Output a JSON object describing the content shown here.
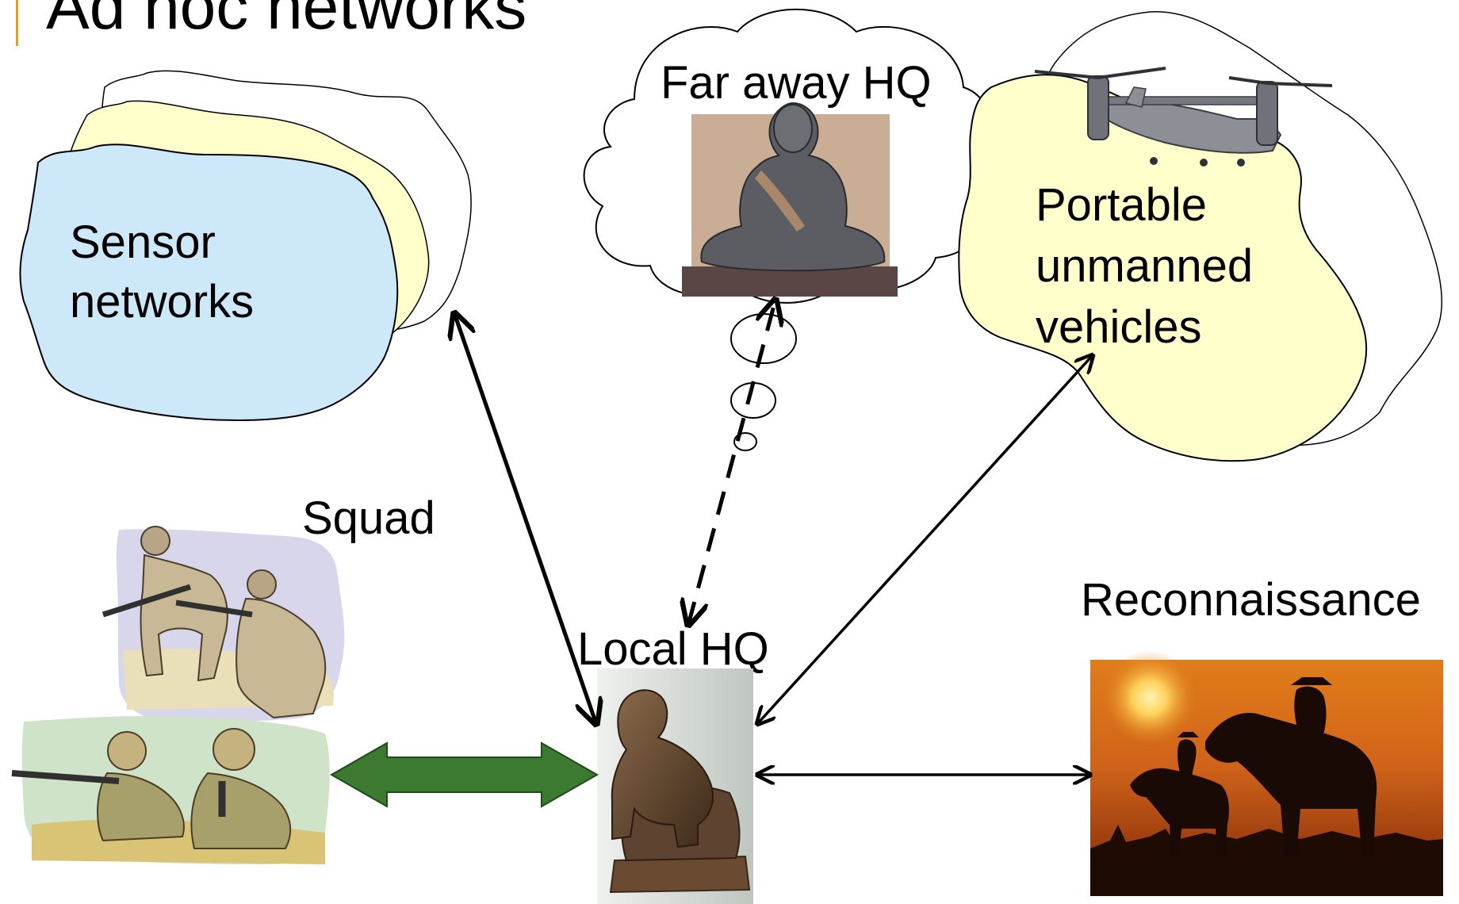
{
  "slide": {
    "title": "Ad hoc networks"
  },
  "labels": {
    "far_away_hq": "Far away HQ",
    "sensor_line1": "Sensor",
    "sensor_line2": "networks",
    "vehicles_line1": "Portable",
    "vehicles_line2": "unmanned",
    "vehicles_line3": "vehicles",
    "squad": "Squad",
    "local_hq": "Local HQ",
    "reconnaissance": "Reconnaissance"
  },
  "colors": {
    "sensor_cloud_fill": "#cce8f9",
    "secondary_cloud_fill": "#ffffcc",
    "squad_arrow": "#3c7a32",
    "title_accent": "#d9a520"
  },
  "icons": {
    "hq_figure": "seated-buddha-statue",
    "local_hq_figure": "thinker-statue",
    "vehicle": "tiltrotor-aircraft",
    "squad": "soldiers-clipart",
    "recon": "horse-riders-sunset"
  }
}
